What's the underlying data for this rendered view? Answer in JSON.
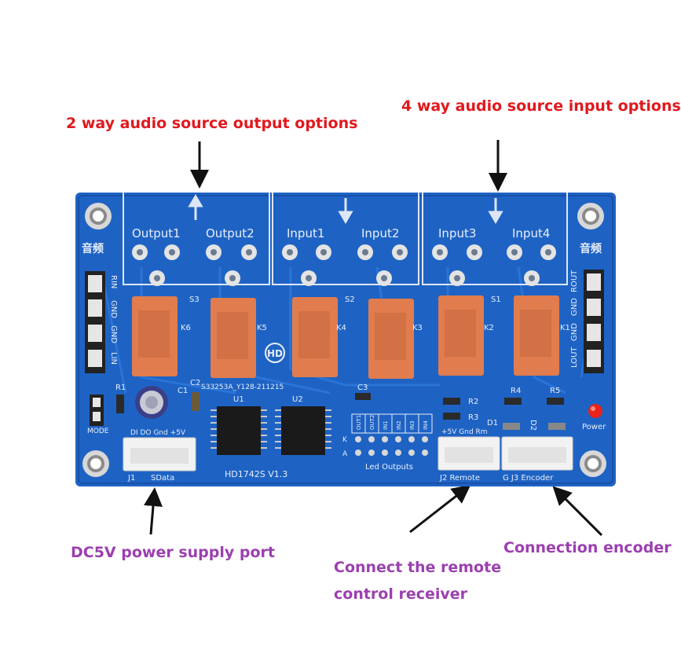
{
  "callouts": {
    "output_options": "2 way audio source output options",
    "input_options": "4 way audio source input options",
    "power_port": "DC5V power supply port",
    "remote_receiver_line1": "Connect the remote",
    "remote_receiver_line2": "control receiver",
    "encoder": "Connection encoder"
  },
  "board": {
    "colors": {
      "pcb": "#1e63c4",
      "relay": "#e07c4e",
      "callout_red": "#e0191e",
      "callout_purple": "#9c3fb0"
    },
    "jack_labels": [
      "Output1",
      "Output2",
      "Input1",
      "Input2",
      "Input3",
      "Input4"
    ],
    "audio_label": "音频",
    "left_pins": [
      "RIN",
      "GND",
      "GND",
      "LIN"
    ],
    "right_pins": [
      "ROUT",
      "GND",
      "GND",
      "LOUT"
    ],
    "switch_labels": [
      "S3",
      "S2",
      "S1"
    ],
    "relay_labels": [
      "K6",
      "K5",
      "K4",
      "K3",
      "K2",
      "K1"
    ],
    "hd_logo": "HD",
    "lot_code": "S33253A_Y128-211215",
    "ic_labels": [
      "U1",
      "U2"
    ],
    "cap_labels": [
      "C1",
      "C2",
      "C3"
    ],
    "resistor_labels": [
      "R1",
      "R2",
      "R3",
      "R4",
      "R5"
    ],
    "diode_labels": [
      "D1",
      "D2"
    ],
    "mode_label": "MODE",
    "j1_pins": "DI DO Gnd +5V",
    "j1_label": "J1",
    "j1_name": "SData",
    "model": "HD1742S V1.3",
    "led_cols": [
      "OUT1",
      "OUT2",
      "IN1",
      "IN2",
      "IN3",
      "IN4"
    ],
    "led_row_k": "K",
    "led_row_a": "A",
    "led_outputs": "Led Outputs",
    "j2_pins": "+5V Gnd Rm",
    "j2_label": "J2 Remote",
    "j3_label": "G J3 Encoder",
    "power_led": "Power"
  }
}
